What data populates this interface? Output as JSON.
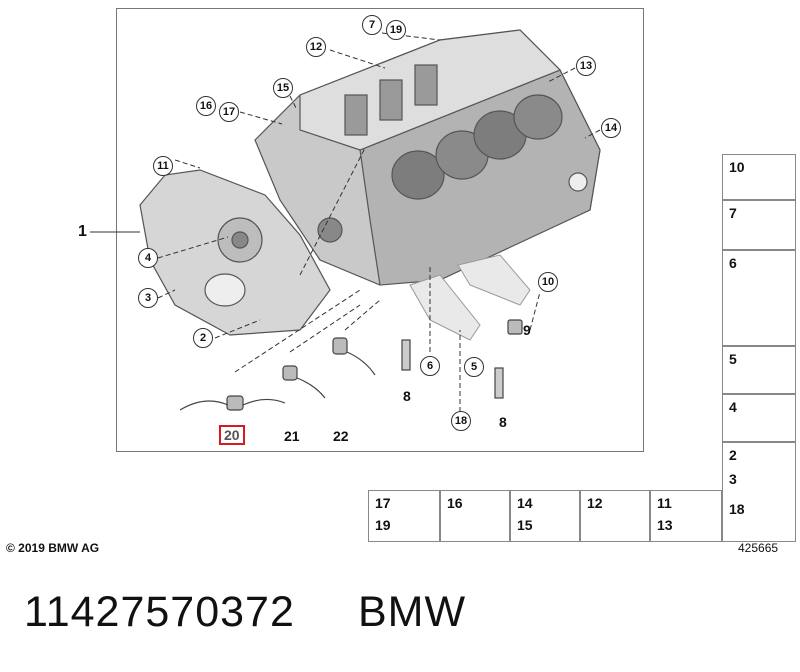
{
  "callouts": {
    "c1": "1",
    "c2": "2",
    "c3": "3",
    "c4": "4",
    "c5": "5",
    "c6": "6",
    "c7": "7",
    "c8a": "8",
    "c8b": "8",
    "c9": "9",
    "c10": "10",
    "c11": "11",
    "c12": "12",
    "c13": "13",
    "c14": "14",
    "c15": "15",
    "c16": "16",
    "c17": "17",
    "c18": "18",
    "c19": "19",
    "c20": "20",
    "c21": "21",
    "c22": "22"
  },
  "highlighted_item": "20",
  "side_panel": [
    "10",
    "7",
    "6",
    "5",
    "4",
    "2",
    "3",
    "18"
  ],
  "bottom_panel": [
    {
      "top": "17",
      "bottom": "19"
    },
    {
      "top": "16",
      "bottom": ""
    },
    {
      "top": "14",
      "bottom": "15"
    },
    {
      "top": "12",
      "bottom": ""
    },
    {
      "top": "11",
      "bottom": "13"
    }
  ],
  "copyright": "© 2019 BMW AG",
  "diagram_ref": "425665",
  "part_number": "11427570372",
  "brand": "BMW"
}
